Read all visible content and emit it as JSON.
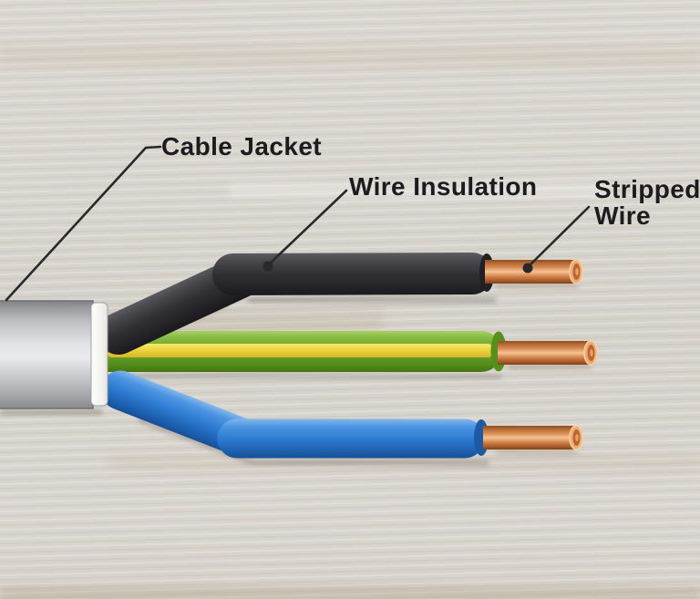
{
  "diagram": {
    "subject": "electrical cable with stripped wires",
    "background": "#d8d5cf"
  },
  "labels": {
    "cable_jacket": "Cable Jacket",
    "wire_insulation": "Wire Insulation",
    "stripped_wire_line1": "Stripped",
    "stripped_wire_line2": "Wire"
  },
  "colors": {
    "label_text": "#1c1c1e",
    "leader_line": "#29282c",
    "jacket_gray": "#c9cacd",
    "jacket_cap_white": "#f4f3f0",
    "insulation_black": "#2c2b2f",
    "insulation_green": "#6fa92b",
    "insulation_yellow_stripe": "#eed53f",
    "insulation_blue": "#2a77cc",
    "copper": "#e0934f"
  },
  "wires": [
    {
      "position": "top",
      "insulation_color": "black",
      "stripped_end": "copper"
    },
    {
      "position": "middle",
      "insulation_color": "green-yellow",
      "stripped_end": "copper"
    },
    {
      "position": "bottom",
      "insulation_color": "blue",
      "stripped_end": "copper"
    }
  ]
}
